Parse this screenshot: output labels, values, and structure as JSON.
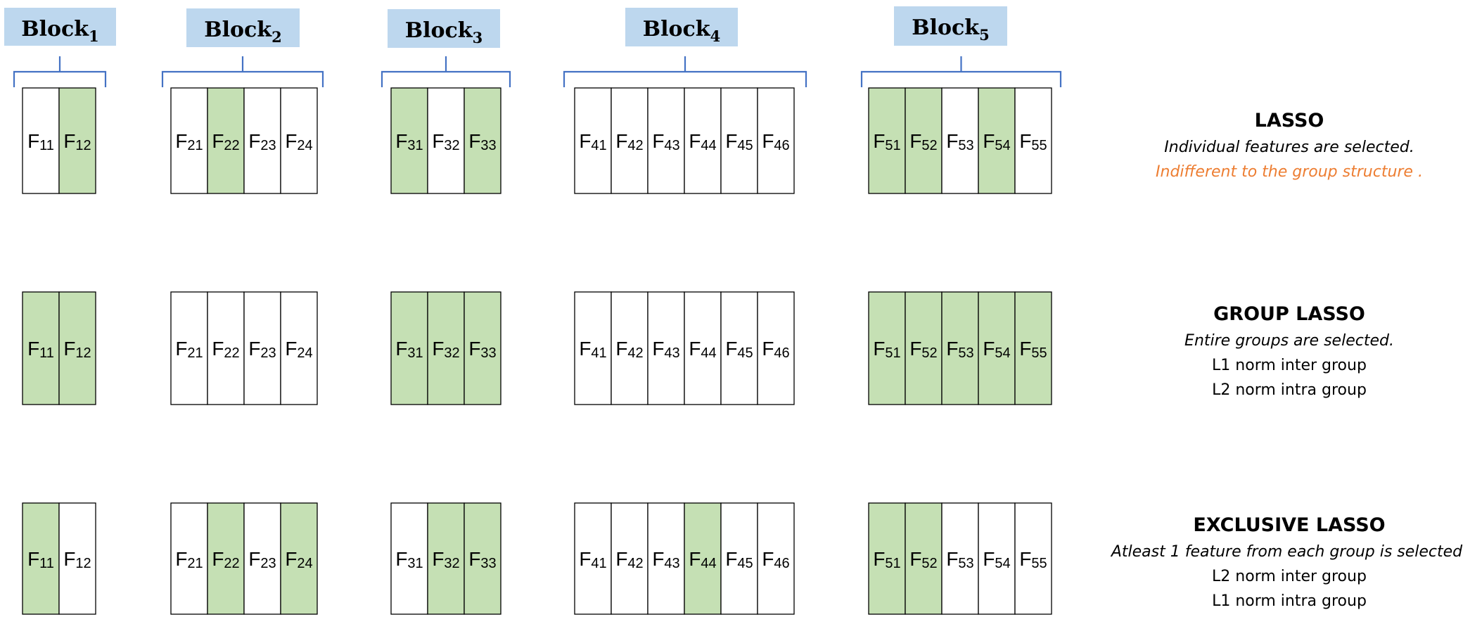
{
  "blocks": [
    {
      "base": "Block",
      "sub": "1"
    },
    {
      "base": "Block",
      "sub": "2"
    },
    {
      "base": "Block",
      "sub": "3"
    },
    {
      "base": "Block",
      "sub": "4"
    },
    {
      "base": "Block",
      "sub": "5"
    }
  ],
  "groups": [
    {
      "features": [
        {
          "base": "F",
          "sub": "11"
        },
        {
          "base": "F",
          "sub": "12"
        }
      ]
    },
    {
      "features": [
        {
          "base": "F",
          "sub": "21"
        },
        {
          "base": "F",
          "sub": "22"
        },
        {
          "base": "F",
          "sub": "23"
        },
        {
          "base": "F",
          "sub": "24"
        }
      ]
    },
    {
      "features": [
        {
          "base": "F",
          "sub": "31"
        },
        {
          "base": "F",
          "sub": "32"
        },
        {
          "base": "F",
          "sub": "33"
        }
      ]
    },
    {
      "features": [
        {
          "base": "F",
          "sub": "41"
        },
        {
          "base": "F",
          "sub": "42"
        },
        {
          "base": "F",
          "sub": "43"
        },
        {
          "base": "F",
          "sub": "44"
        },
        {
          "base": "F",
          "sub": "45"
        },
        {
          "base": "F",
          "sub": "46"
        }
      ]
    },
    {
      "features": [
        {
          "base": "F",
          "sub": "51"
        },
        {
          "base": "F",
          "sub": "52"
        },
        {
          "base": "F",
          "sub": "53"
        },
        {
          "base": "F",
          "sub": "54"
        },
        {
          "base": "F",
          "sub": "55"
        }
      ]
    }
  ],
  "methods": [
    {
      "title": "LASSO",
      "lines": [
        {
          "text": "Individual features are selected.",
          "style": "italic"
        },
        {
          "text": "Indifferent to the group structure .",
          "style": "italic-orange"
        }
      ],
      "selected": [
        [
          false,
          true
        ],
        [
          false,
          true,
          false,
          false
        ],
        [
          true,
          false,
          true
        ],
        [
          false,
          false,
          false,
          false,
          false,
          false
        ],
        [
          true,
          true,
          false,
          true,
          false
        ]
      ]
    },
    {
      "title": "GROUP LASSO",
      "lines": [
        {
          "text": "Entire groups are selected.",
          "style": "italic"
        },
        {
          "text": "L1 norm inter group",
          "style": "normal"
        },
        {
          "text": "L2 norm intra group",
          "style": "normal"
        }
      ],
      "selected": [
        [
          true,
          true
        ],
        [
          false,
          false,
          false,
          false
        ],
        [
          true,
          true,
          true
        ],
        [
          false,
          false,
          false,
          false,
          false,
          false
        ],
        [
          true,
          true,
          true,
          true,
          true
        ]
      ]
    },
    {
      "title": "EXCLUSIVE LASSO",
      "lines": [
        {
          "text": "Atleast 1 feature from each group is selected.",
          "style": "italic"
        },
        {
          "text": "L2 norm inter group",
          "style": "normal"
        },
        {
          "text": "L1 norm intra group",
          "style": "normal"
        }
      ],
      "selected": [
        [
          true,
          false
        ],
        [
          false,
          true,
          false,
          true
        ],
        [
          false,
          true,
          true
        ],
        [
          false,
          false,
          false,
          true,
          false,
          false
        ],
        [
          true,
          true,
          false,
          false,
          false
        ]
      ]
    }
  ],
  "colors": {
    "selected": "#c5e0b4",
    "block_header": "#bdd7ee",
    "bracket": "#4472c4",
    "note": "#ed7d31"
  }
}
